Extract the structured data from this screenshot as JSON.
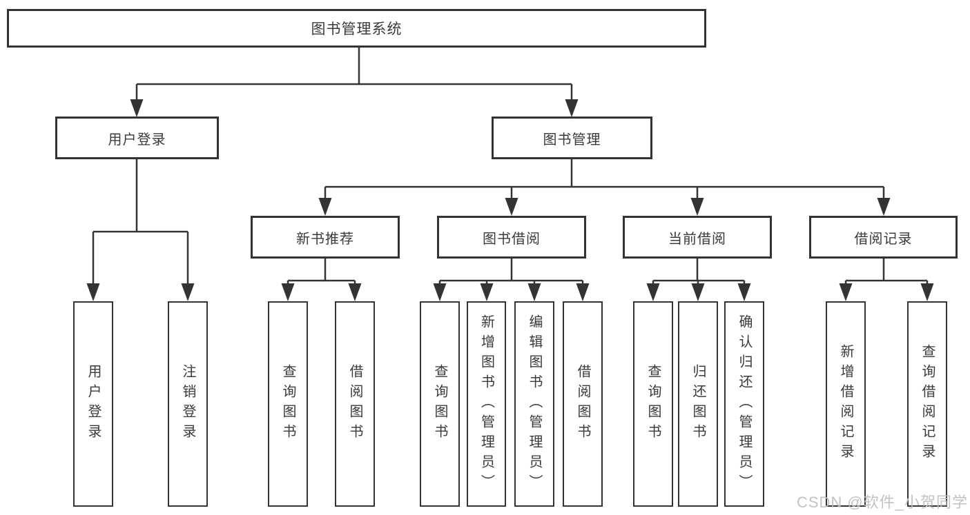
{
  "colors": {
    "line": "#333333",
    "text": "#3a3a3a",
    "box_background": "#ffffff",
    "page_background": "#ffffff",
    "watermark": "#bfbfbf"
  },
  "tree": {
    "root": {
      "label": "图书管理系统"
    },
    "branches": [
      {
        "label": "用户登录",
        "children": [
          {
            "label": "用户登录"
          },
          {
            "label": "注销登录"
          }
        ]
      },
      {
        "label": "图书管理",
        "children": [
          {
            "label": "新书推荐",
            "children": [
              {
                "label": "查询图书"
              },
              {
                "label": "借阅图书"
              }
            ]
          },
          {
            "label": "图书借阅",
            "children": [
              {
                "label": "查询图书"
              },
              {
                "label": "新增图书（管理员）"
              },
              {
                "label": "编辑图书（管理员）"
              },
              {
                "label": "借阅图书"
              }
            ]
          },
          {
            "label": "当前借阅",
            "children": [
              {
                "label": "查询图书"
              },
              {
                "label": "归还图书"
              },
              {
                "label": "确认归还（管理员）"
              }
            ]
          },
          {
            "label": "借阅记录",
            "children": [
              {
                "label": "新增借阅记录"
              },
              {
                "label": "查询借阅记录"
              }
            ]
          }
        ]
      }
    ]
  },
  "watermark": {
    "text": "CSDN @软件_小贺同学"
  }
}
